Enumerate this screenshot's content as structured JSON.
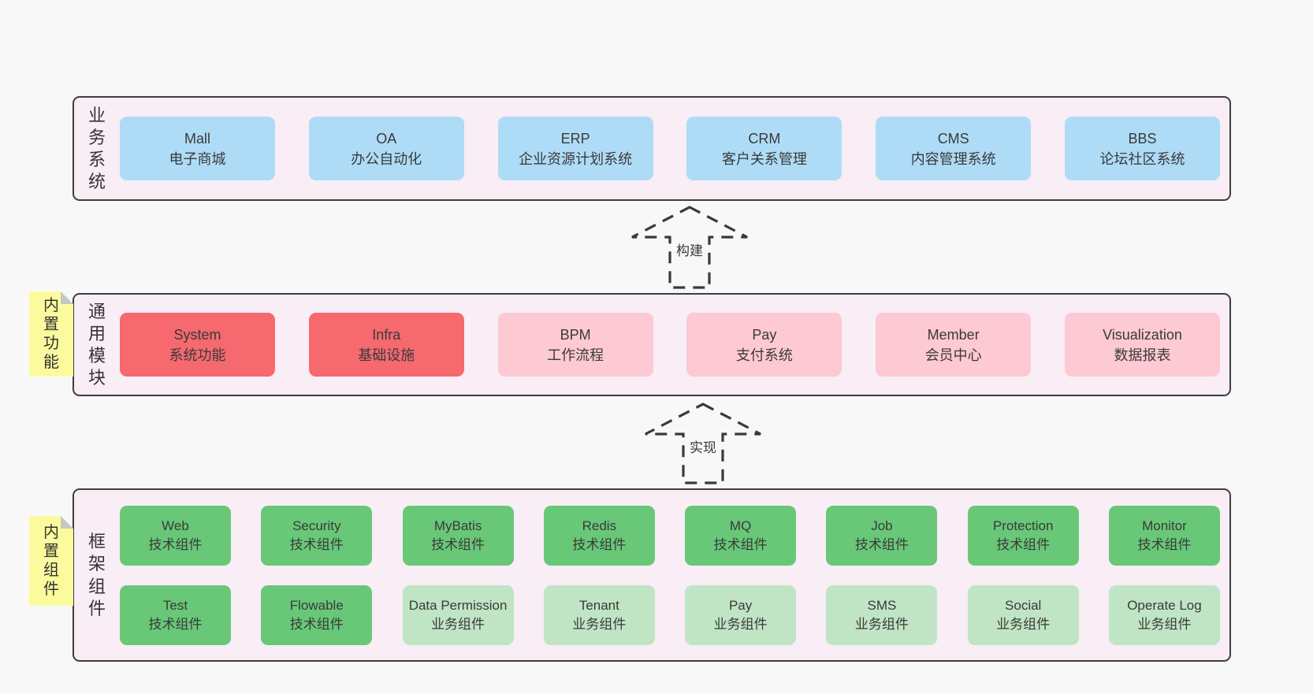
{
  "colors": {
    "page_bg": "#f8f8f8",
    "band_bg": "#f9edf6",
    "band_border": "#3d3d3d",
    "box_blue": "#aedcf6",
    "box_red": "#f5696f",
    "box_pink": "#fdc9d3",
    "box_green": "#68c878",
    "box_light_green": "#c0e5c5",
    "note_yellow": "#fbfb9e",
    "note_fold_gray": "#c6c6c6",
    "text": "#3a3a3a"
  },
  "bands": {
    "business": {
      "label": "业务系统",
      "boxes": [
        {
          "name": "Mall",
          "desc": "电子商城",
          "color": "blue"
        },
        {
          "name": "OA",
          "desc": "办公自动化",
          "color": "blue"
        },
        {
          "name": "ERP",
          "desc": "企业资源计划系统",
          "color": "blue"
        },
        {
          "name": "CRM",
          "desc": "客户关系管理",
          "color": "blue"
        },
        {
          "name": "CMS",
          "desc": "内容管理系统",
          "color": "blue"
        },
        {
          "name": "BBS",
          "desc": "论坛社区系统",
          "color": "blue"
        }
      ]
    },
    "common": {
      "label": "通用模块",
      "note": "内置功能",
      "boxes": [
        {
          "name": "System",
          "desc": "系统功能",
          "color": "red"
        },
        {
          "name": "Infra",
          "desc": "基础设施",
          "color": "red"
        },
        {
          "name": "BPM",
          "desc": "工作流程",
          "color": "pink"
        },
        {
          "name": "Pay",
          "desc": "支付系统",
          "color": "pink"
        },
        {
          "name": "Member",
          "desc": "会员中心",
          "color": "pink"
        },
        {
          "name": "Visualization",
          "desc": "数据报表",
          "color": "pink"
        }
      ]
    },
    "framework": {
      "label": "框架组件",
      "note": "内置组件",
      "rows": {
        "top": [
          {
            "name": "Web",
            "desc": "技术组件",
            "color": "green"
          },
          {
            "name": "Security",
            "desc": "技术组件",
            "color": "green"
          },
          {
            "name": "MyBatis",
            "desc": "技术组件",
            "color": "green"
          },
          {
            "name": "Redis",
            "desc": "技术组件",
            "color": "green"
          },
          {
            "name": "MQ",
            "desc": "技术组件",
            "color": "green"
          },
          {
            "name": "Job",
            "desc": "技术组件",
            "color": "green"
          },
          {
            "name": "Protection",
            "desc": "技术组件",
            "color": "green"
          },
          {
            "name": "Monitor",
            "desc": "技术组件",
            "color": "green"
          }
        ],
        "bottom": [
          {
            "name": "Test",
            "desc": "技术组件",
            "color": "green"
          },
          {
            "name": "Flowable",
            "desc": "技术组件",
            "color": "green"
          },
          {
            "name": "Data Permission",
            "desc": "业务组件",
            "color": "lightgreen"
          },
          {
            "name": "Tenant",
            "desc": "业务组件",
            "color": "lightgreen"
          },
          {
            "name": "Pay",
            "desc": "业务组件",
            "color": "lightgreen"
          },
          {
            "name": "SMS",
            "desc": "业务组件",
            "color": "lightgreen"
          },
          {
            "name": "Social",
            "desc": "业务组件",
            "color": "lightgreen"
          },
          {
            "name": "Operate Log",
            "desc": "业务组件",
            "color": "lightgreen"
          }
        ]
      }
    }
  },
  "arrows": {
    "build": {
      "label": "构建"
    },
    "implement": {
      "label": "实现"
    }
  }
}
